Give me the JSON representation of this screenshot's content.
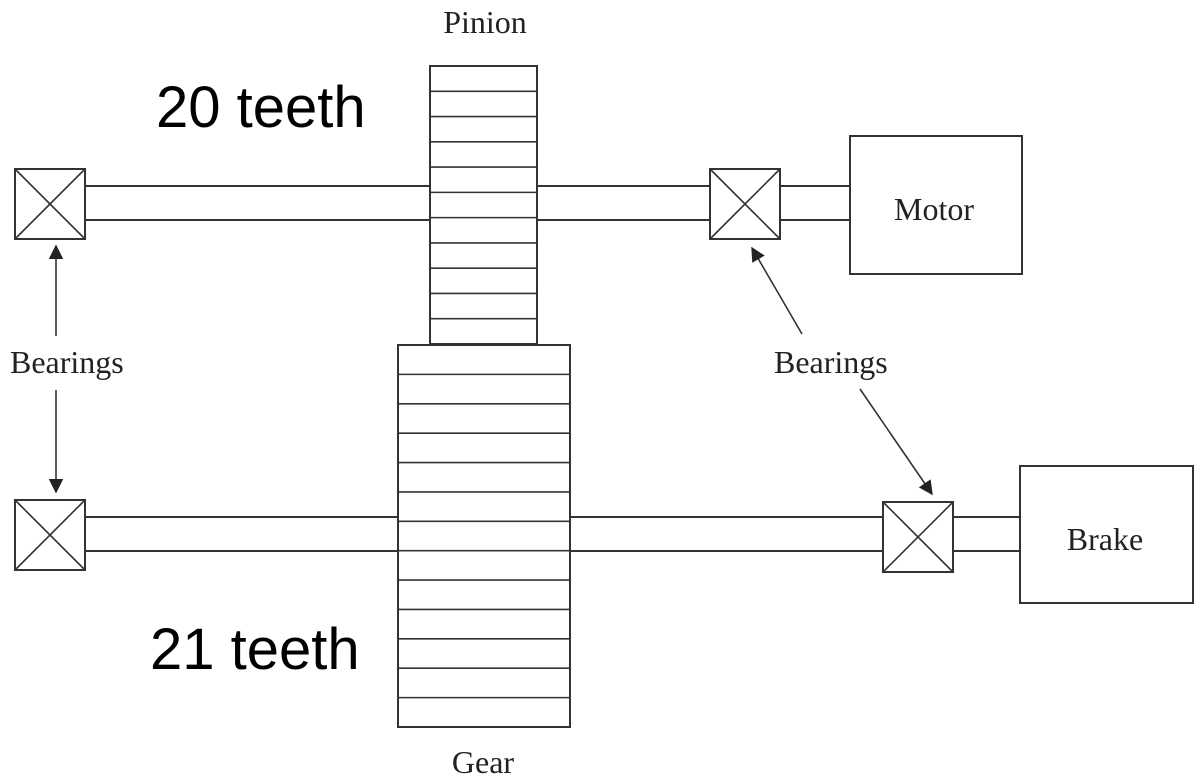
{
  "labels": {
    "pinion": "Pinion",
    "gear": "Gear",
    "pinion_teeth": "20 teeth",
    "gear_teeth": "21 teeth",
    "motor": "Motor",
    "brake": "Brake",
    "bearings_left": "Bearings",
    "bearings_right": "Bearings"
  },
  "colors": {
    "stroke": "#333333",
    "text": "#222222",
    "background": "#ffffff"
  },
  "icons": {
    "bearing": "bearing-crossed-box-icon"
  }
}
